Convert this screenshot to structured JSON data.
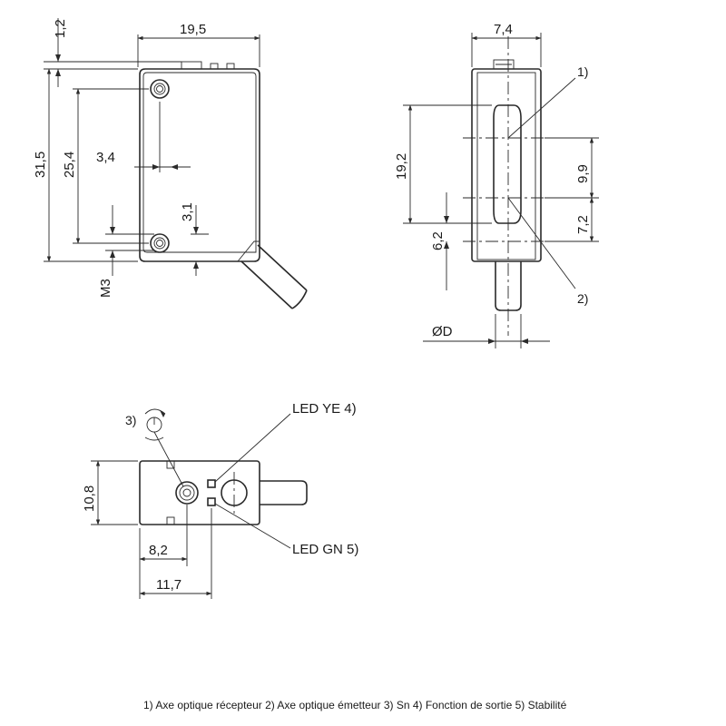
{
  "dimensions": {
    "top_offset": "1,2",
    "body_width": "19,5",
    "body_height": "31,5",
    "hole_spacing": "25,4",
    "hole_offset_x": "3,4",
    "hole_offset_y": "3,1",
    "thread": "M3",
    "side_width": "7,4",
    "lens_height": "19,2",
    "axis_spacing": "9,9",
    "lower_axis_offset": "7,2",
    "bottom_offset": "6,2",
    "cable_diameter": "ØD",
    "depth": "10,8",
    "led_offset_1": "8,2",
    "led_offset_2": "11,7"
  },
  "callouts": {
    "c1": "1)",
    "c2": "2)",
    "c3": "3)",
    "led_ye": "LED YE 4)",
    "led_gn": "LED GN 5)"
  },
  "legend": "1) Axe optique récepteur  2) Axe optique émetteur  3) Sn  4) Fonction de sortie  5) Stabilité"
}
